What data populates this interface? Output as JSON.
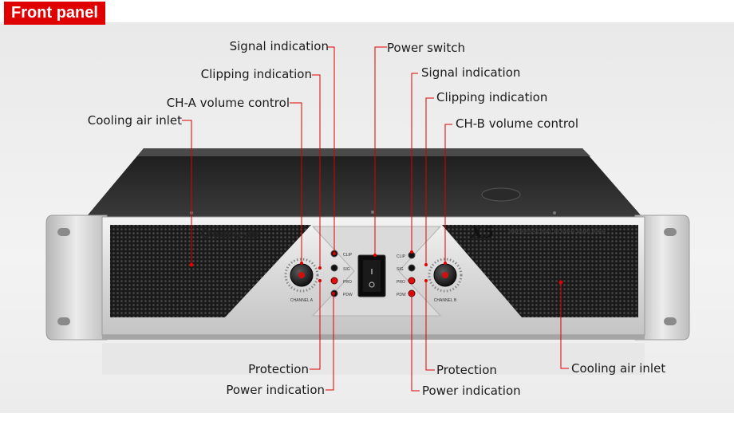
{
  "header": {
    "title": "Front panel"
  },
  "device": {
    "brand": "oupushi",
    "model": "X5",
    "subtitle": "PROFESSIONAL POWER AMPLIFIER",
    "led_labels": [
      "CLIP",
      "SIG",
      "PRO",
      "PDW"
    ],
    "knob_label_a": "CHANNEL A",
    "knob_label_b": "CHANNEL B",
    "led_color": "#e01010",
    "accent_color": "#e10000"
  },
  "callouts": {
    "left_signal": "Signal indication",
    "left_clipping": "Clipping indication",
    "cha_volume": "CH-A volume control",
    "left_cooling": "Cooling air inlet",
    "power_switch": "Power switch",
    "right_signal": "Signal indication",
    "right_clipping": "Clipping indication",
    "chb_volume": "CH-B volume control",
    "left_protection": "Protection",
    "left_power": "Power indication",
    "right_protection": "Protection",
    "right_power": "Power indication",
    "right_cooling": "Cooling air inlet"
  }
}
